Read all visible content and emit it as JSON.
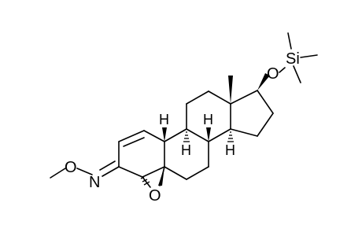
{
  "molecule": {
    "atom_labels": {
      "si": "Si",
      "o_silyl": "O",
      "o_oxime": "O",
      "n_oxime": "N",
      "o_epoxide": "O",
      "h_c9": "H",
      "h_c8": "H",
      "h_c10": "H",
      "h_c14": "H"
    }
  }
}
